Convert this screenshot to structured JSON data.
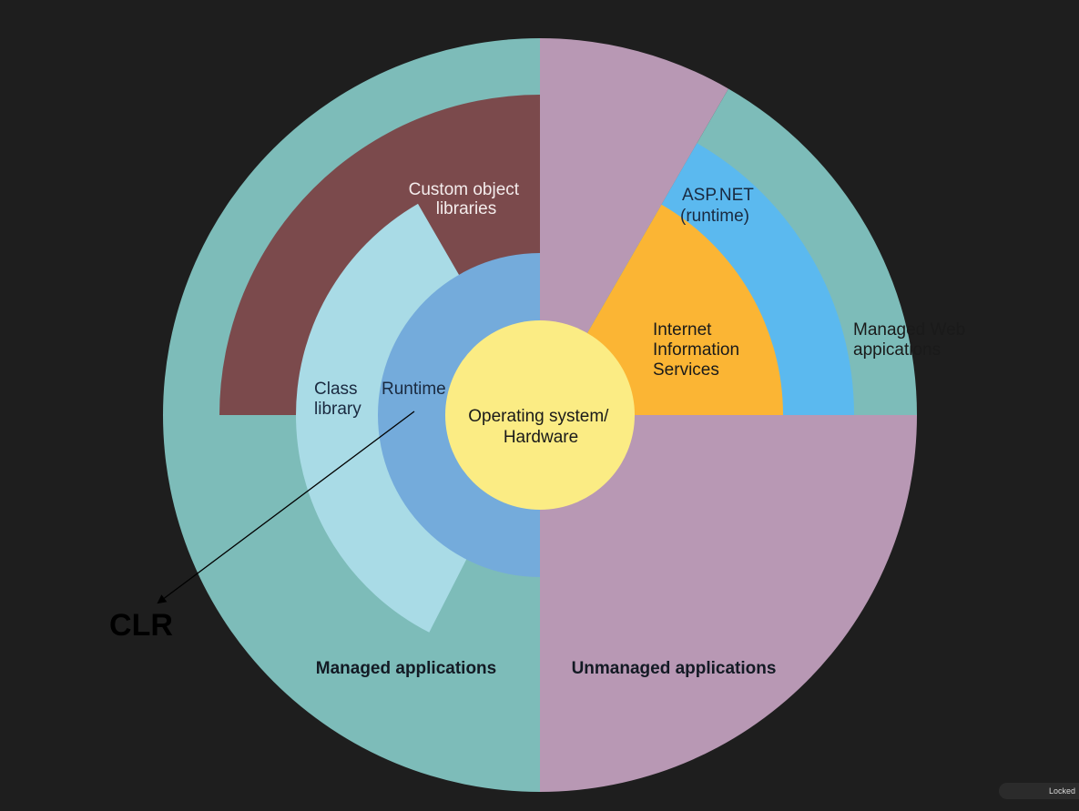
{
  "colors": {
    "background": "#1e1e1e",
    "managed_applications": "#7dbcb9",
    "unmanaged_applications": "#b898b4",
    "custom_object_libraries": "#7b4a4c",
    "class_library": "#a9dbe6",
    "runtime": "#74abdb",
    "asp_net": "#5bb9ef",
    "iis": "#fbb534",
    "operating_system": "#fbec84",
    "managed_web": "#7dbcb9"
  },
  "labels": {
    "custom_object_libraries": [
      "Custom object",
      "libraries"
    ],
    "asp_net": [
      "ASP.NET",
      "(runtime)"
    ],
    "iis": [
      "Internet",
      "Information",
      "Services"
    ],
    "managed_web": [
      "Managed Web",
      "appications"
    ],
    "class_library": [
      "Class",
      "library"
    ],
    "runtime": "Runtime",
    "operating_system": [
      "Operating system/",
      "Hardware"
    ],
    "managed_applications": "Managed applications",
    "unmanaged_applications": "Unmanaged applications",
    "clr": "CLR"
  },
  "status": {
    "locked": "Locked"
  }
}
